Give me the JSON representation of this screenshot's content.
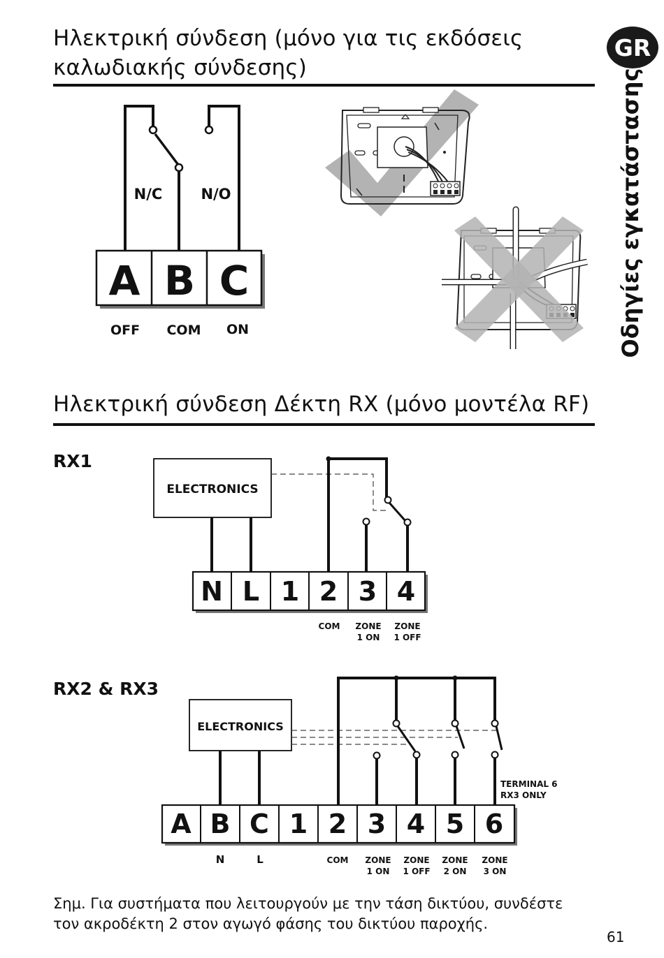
{
  "section1": {
    "title_line1": "Ηλεκτρική σύνδεση (μόνο για τις εκδόσεις",
    "title_line2": "καλωδιακής σύνδεσης)",
    "contact_nc": "N/C",
    "contact_no": "N/O",
    "terminals": [
      "A",
      "B",
      "C"
    ],
    "terminal_labels": [
      "OFF",
      "COM",
      "ON"
    ]
  },
  "section2": {
    "title": "Ηλεκτρική σύνδεση Δέκτη RX (μόνο μοντέλα RF)"
  },
  "rx1": {
    "label": "RX1",
    "electronics": "ELECTRONICS",
    "terminals": [
      "N",
      "L",
      "1",
      "2",
      "3",
      "4"
    ],
    "labels": [
      {
        "line1": "COM",
        "line2": ""
      },
      {
        "line1": "ZONE",
        "line2": "1 ON"
      },
      {
        "line1": "ZONE",
        "line2": "1 OFF"
      }
    ]
  },
  "rx23": {
    "label": "RX2 & RX3",
    "electronics": "ELECTRONICS",
    "terminals": [
      "A",
      "B",
      "C",
      "1",
      "2",
      "3",
      "4",
      "5",
      "6"
    ],
    "n_label": "N",
    "l_label": "L",
    "terminal6_note_line1": "TERMINAL 6",
    "terminal6_note_line2": "RX3 ONLY",
    "labels": [
      {
        "line1": "COM",
        "line2": ""
      },
      {
        "line1": "ZONE",
        "line2": "1 ON"
      },
      {
        "line1": "ZONE",
        "line2": "1 OFF"
      },
      {
        "line1": "ZONE",
        "line2": "2 ON"
      },
      {
        "line1": "ZONE",
        "line2": "3 ON"
      }
    ]
  },
  "side": {
    "badge": "GR",
    "vertical_title": "Οδηγίες εγκατάστασης"
  },
  "note": "Σημ. Για συστήματα που λειτουργούν με την τάση δικτύου, συνδέστε τον ακροδέκτη 2 στον αγωγό φάσης του δικτύου παροχής.",
  "page_number": "61",
  "colors": {
    "ink": "#111111",
    "grey_mark": "#b3b3b3"
  }
}
